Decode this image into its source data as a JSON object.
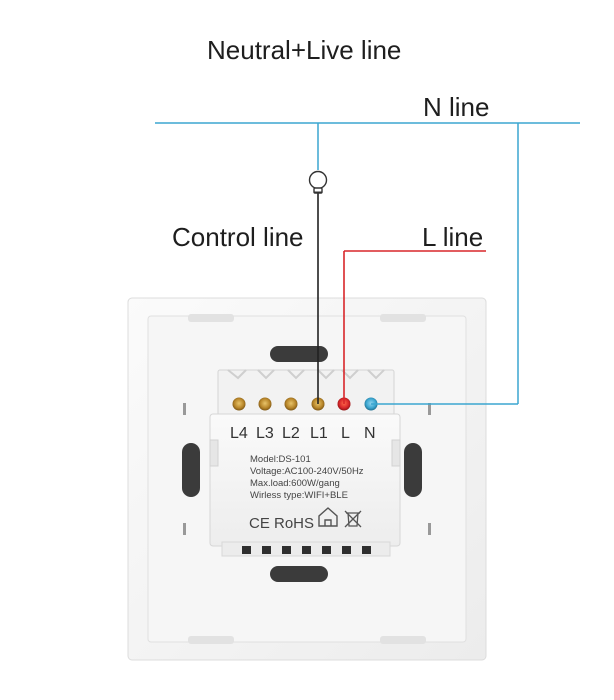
{
  "diagram": {
    "title": "Neutral+Live line",
    "labels": {
      "n_line": "N line",
      "control_line": "Control line",
      "l_line": "L line"
    },
    "terminals": [
      "L4",
      "L3",
      "L2",
      "L1",
      "L",
      "N"
    ],
    "module_specs": [
      "Model:DS-101",
      "Voltage:AC100-240V/50Hz",
      "Max.load:600W/gang",
      "Wirless type:WIFI+BLE"
    ],
    "certifications": [
      "CE",
      "RoHS"
    ],
    "icons": [
      "light-bulb-icon",
      "house-icon",
      "weee-bin-icon"
    ],
    "colors": {
      "n_wire": "#3ba6d0",
      "l_wire": "#d8262a",
      "control_wire": "#222222",
      "panel": "#f3f3f3"
    }
  }
}
